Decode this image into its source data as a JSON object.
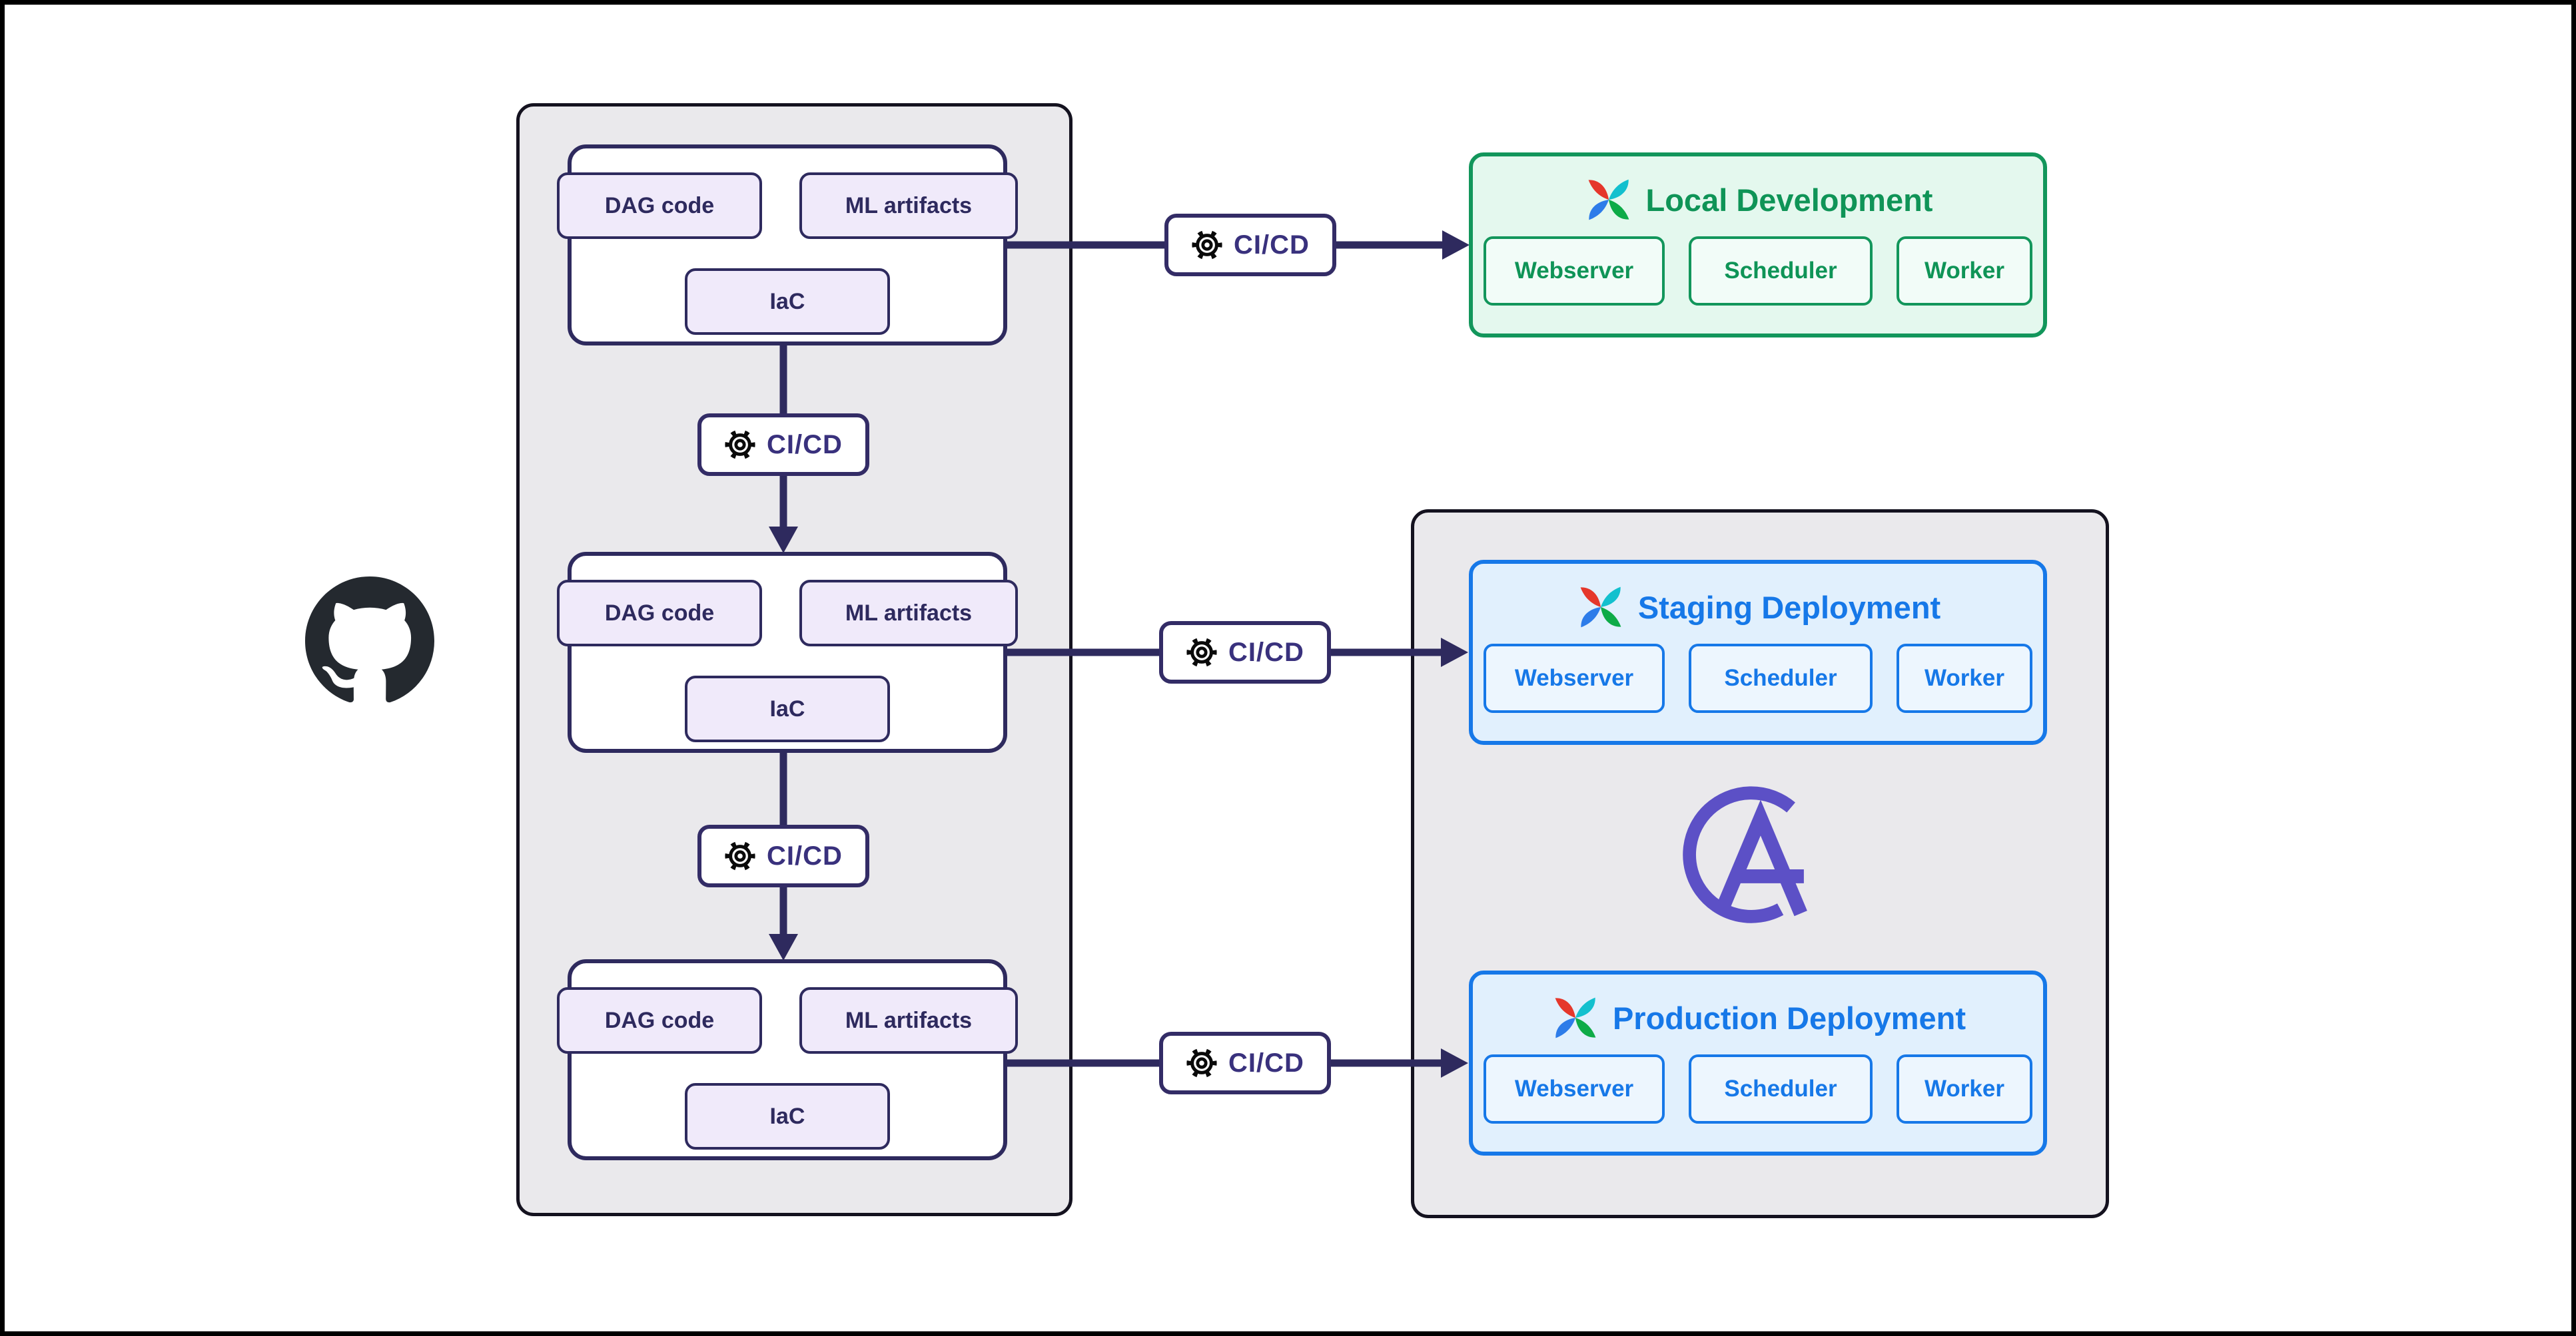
{
  "colors": {
    "canvas_bg": "#FFFFFF",
    "frame_border": "#000000",
    "container_fill": "#EAE9EC",
    "container_border": "#14121F",
    "repo_border_navy": "#2E2A5E",
    "chip_lavender_fill": "#F0EAFA",
    "arrow_navy": "#2E2A5E",
    "cicd_text": "#39317D",
    "green_accent": "#12965B",
    "green_fill": "#E4F8EE",
    "blue_accent": "#1678E8",
    "blue_fill": "#E1F0FD",
    "github_mark": "#24292F",
    "astronomer_purple": "#5C50C6",
    "airflow_red": "#E5372B",
    "airflow_teal": "#13C0CE",
    "airflow_blue": "#2D7CE9",
    "airflow_green": "#0EAB47"
  },
  "github": {
    "icon": "github-octocat-icon"
  },
  "pipeline": {
    "cicd_label": "CI/CD",
    "gear_icon": "gear-icon"
  },
  "repos": [
    {
      "chips": [
        "DAG code",
        "ML artifacts",
        "IaC"
      ]
    },
    {
      "chips": [
        "DAG code",
        "ML artifacts",
        "IaC"
      ]
    },
    {
      "chips": [
        "DAG code",
        "ML artifacts",
        "IaC"
      ]
    }
  ],
  "environments": {
    "local": {
      "title": "Local Development",
      "logo": "airflow-pinwheel-icon",
      "services": [
        "Webserver",
        "Scheduler",
        "Worker"
      ],
      "accent": "#12965B"
    },
    "staging": {
      "title": "Staging Deployment",
      "logo": "airflow-pinwheel-icon",
      "services": [
        "Webserver",
        "Scheduler",
        "Worker"
      ],
      "accent": "#1678E8"
    },
    "production": {
      "title": "Production Deployment",
      "logo": "airflow-pinwheel-icon",
      "services": [
        "Webserver",
        "Scheduler",
        "Worker"
      ],
      "accent": "#1678E8"
    }
  },
  "astronomer": {
    "icon": "astronomer-logo",
    "color": "#5C50C6"
  }
}
